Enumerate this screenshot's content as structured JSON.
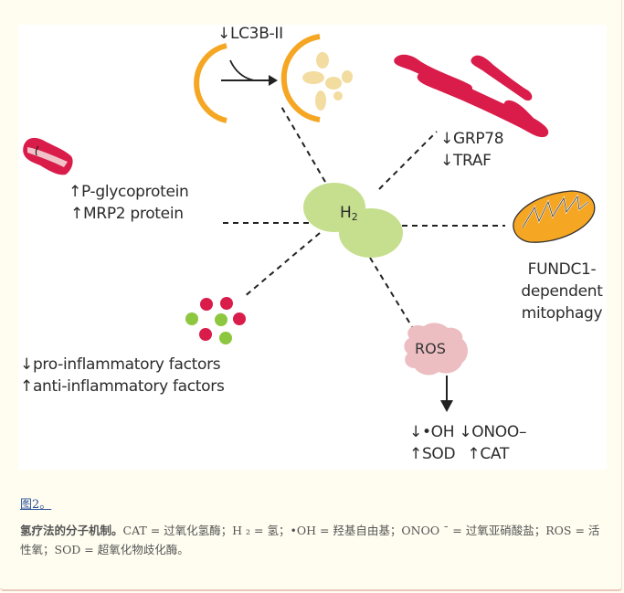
{
  "figure": {
    "center_node": {
      "label": "H",
      "subscript": "2"
    },
    "autophagy": {
      "label": "↓LC3B-II"
    },
    "er_stress": {
      "lines": [
        "↓GRP78",
        "↓TRAF"
      ]
    },
    "transporter": {
      "lines": [
        "↑P-glycoprotein",
        "↑MRP2 protein"
      ]
    },
    "mitochondria": {
      "lines": [
        "FUNDC1-",
        "dependent",
        "mitophagy"
      ]
    },
    "inflammation": {
      "lines": [
        "↓pro-inflammatory factors",
        "↑anti-inflammatory factors"
      ]
    },
    "ros": {
      "label": "ROS",
      "outputs_row1": [
        "↓•OH",
        "↓ONOO–"
      ],
      "outputs_row2": [
        "↑SOD",
        "↑CAT"
      ]
    },
    "colors": {
      "h2_green": "#c6df8e",
      "autophagy_orange": "#f5a623",
      "cargo_tan": "#f3dca0",
      "er_red": "#d91c4a",
      "ros_pink": "#ecbec2",
      "dot_green": "#8dc63f"
    }
  },
  "caption": {
    "figure_link": "图2。",
    "title": "氢疗法的分子机制。",
    "body": "CAT = 过氧化氢酶；H ₂ = 氢；•OH = 羟基自由基；ONOO ¯ = 过氧亚硝酸盐；ROS = 活性氧；SOD = 超氧化物歧化酶。"
  }
}
